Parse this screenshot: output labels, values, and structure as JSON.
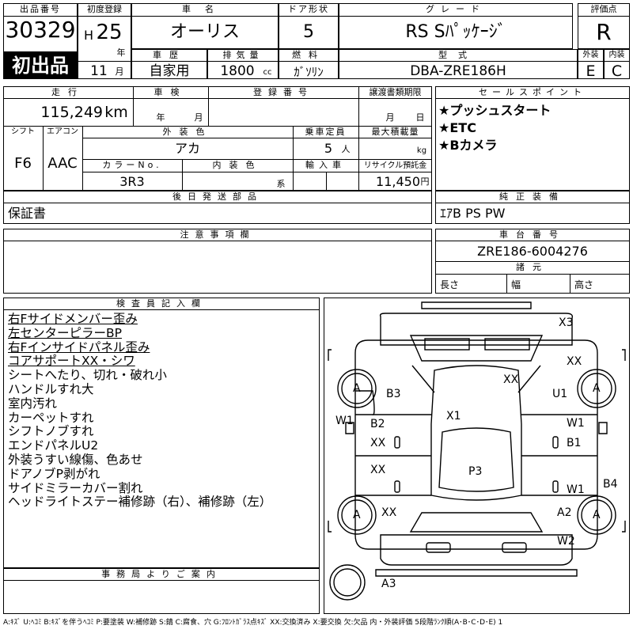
{
  "header": {
    "lot_no_label": "出品番号",
    "lot_no": "30329",
    "first_listing": "初出品",
    "first_reg_label": "初度登録",
    "era": "H",
    "year_num": "25",
    "year_suffix": "年",
    "month_num": "11",
    "month_suffix": "月",
    "car_name_label": "車名",
    "car_name": "オーリス",
    "door_label": "ドア形状",
    "door": "5",
    "grade_label": "グレード",
    "grade": "RS Sﾊﾟｯｹｰｼﾞ",
    "score_label": "評価点",
    "score": "R",
    "history_label": "車歴",
    "history": "自家用",
    "displacement_label": "排気量",
    "displacement": "1800",
    "displacement_unit": "cc",
    "fuel_label": "燃料",
    "fuel": "ｶﾞｿﾘﾝ",
    "model_label": "型式",
    "model": "DBA-ZRE186H",
    "exterior_label": "外装",
    "exterior_grade": "E",
    "interior_label": "内装",
    "interior_grade": "C"
  },
  "row2": {
    "mileage_label": "走行",
    "mileage": "115,249",
    "mileage_unit": "km",
    "inspection_label": "車検",
    "insp_year": "年",
    "insp_month": "月",
    "reg_no_label": "登録番号",
    "transfer_label": "譲渡書類期限",
    "transfer_month": "月",
    "transfer_day": "日",
    "shift_label": "シフト",
    "shift": "F6",
    "ac_label": "エアコン",
    "ac": "AAC",
    "ext_color_label": "外装色",
    "ext_color": "アカ",
    "capacity_label": "乗車定員",
    "capacity": "5",
    "capacity_unit": "人",
    "max_load_label": "最大積載量",
    "max_load_unit": "kg",
    "color_no_label": "カラーNo.",
    "color_no": "3R3",
    "int_color_label": "内装色",
    "int_color_unit": "系",
    "import_label": "輸入車",
    "recycle_label": "リサイクル預託金",
    "recycle": "11,450",
    "recycle_unit": "円"
  },
  "sales_points": {
    "label": "セールスポイント",
    "items": [
      "★プッシュスタート",
      "★ETC",
      "★Bカメラ"
    ]
  },
  "later_parts": {
    "label": "後日発送部品",
    "value": "保証書"
  },
  "equipment": {
    "label": "純正装備",
    "value": "ｴｱB PS PW"
  },
  "notes": {
    "label": "注意事項欄"
  },
  "chassis": {
    "label": "車台番号",
    "value": "ZRE186-6004276",
    "specs_label": "諸元",
    "length_label": "長さ",
    "width_label": "幅",
    "height_label": "高さ"
  },
  "inspector": {
    "label": "検査員記入欄",
    "lines": [
      {
        "text": "右Fサイドメンバー歪み",
        "underline": true
      },
      {
        "text": "左センターピラーBP",
        "underline": true
      },
      {
        "text": "右Fインサイドパネル歪み",
        "underline": true
      },
      {
        "text": "コアサポートXX・シワ",
        "underline": true
      },
      {
        "text": "シートへたり、切れ・破れ小",
        "underline": false
      },
      {
        "text": "ハンドルすれ大",
        "underline": false
      },
      {
        "text": "室内汚れ",
        "underline": false
      },
      {
        "text": "カーペットすれ",
        "underline": false
      },
      {
        "text": "シフトノブすれ",
        "underline": false
      },
      {
        "text": "エンドパネルU2",
        "underline": false
      },
      {
        "text": "外装うすい線傷、色あせ",
        "underline": false
      },
      {
        "text": "ドアノブP剥がれ",
        "underline": false
      },
      {
        "text": "サイドミラーカバー割れ",
        "underline": false
      },
      {
        "text": "ヘッドライトステー補修跡（右）、補修跡（左）",
        "underline": false
      }
    ]
  },
  "office": {
    "label": "事務局よりご案内"
  },
  "diagram_marks": {
    "x3": "X3",
    "xx_hood": "XX",
    "xx_rf": "XX",
    "b3": "B3",
    "u1": "U1",
    "x1": "X1",
    "b2": "B2",
    "xx_lf_door": "XX",
    "w1_left": "W1",
    "w1_right": "W1",
    "b1": "B1",
    "xx_lr_door": "XX",
    "p3": "P3",
    "w1_right2": "W1",
    "b4": "B4",
    "xx_lr": "XX",
    "a2": "A2",
    "w2": "W2",
    "a3": "A3",
    "tire_fl": "A",
    "tire_fr": "A",
    "tire_rl": "A",
    "tire_rr": "A"
  },
  "legend": "A:ｷｽﾞ U:ﾍｺﾐ B:ｷｽﾞを伴うﾍｺﾐ P:要塗装 W:補修跡 S:錆 C:腐食、穴 G:ﾌﾛﾝﾄｶﾞﾗｽ点ｷｽﾞ XX:交換済み X:要交換 欠:欠品 内・外装評価 5段階ﾗﾝｸ順(A･B･C･D･E) 1"
}
